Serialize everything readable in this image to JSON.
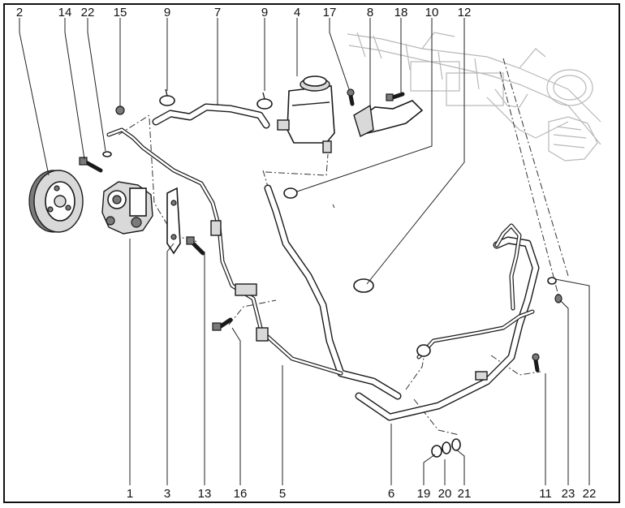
{
  "diagram": {
    "top_labels": [
      "2",
      "14",
      "22",
      "15",
      "9",
      "7",
      "9",
      "4",
      "17",
      "8",
      "18",
      "10",
      "12"
    ],
    "bottom_labels": [
      "1",
      "3",
      "13",
      "16",
      "5",
      "6",
      "19",
      "20",
      "21",
      "11",
      "23",
      "22"
    ]
  },
  "parts": {
    "pulley": "pulley-icon",
    "pump": "power-steering-pump-icon",
    "bracket": "mounting-bracket-icon",
    "reservoir": "fluid-reservoir-icon",
    "strap": "reservoir-strap-icon",
    "rack": "steering-rack-icon",
    "hoses": "hydraulic-hose-icon",
    "clamps": "hose-clamp-icon",
    "bolts": "bolt-icon",
    "seals": "seal-ring-icon"
  },
  "colors": {
    "line": "#1a1a1a",
    "background": "#ffffff",
    "ghost": "#b8b8b8"
  }
}
